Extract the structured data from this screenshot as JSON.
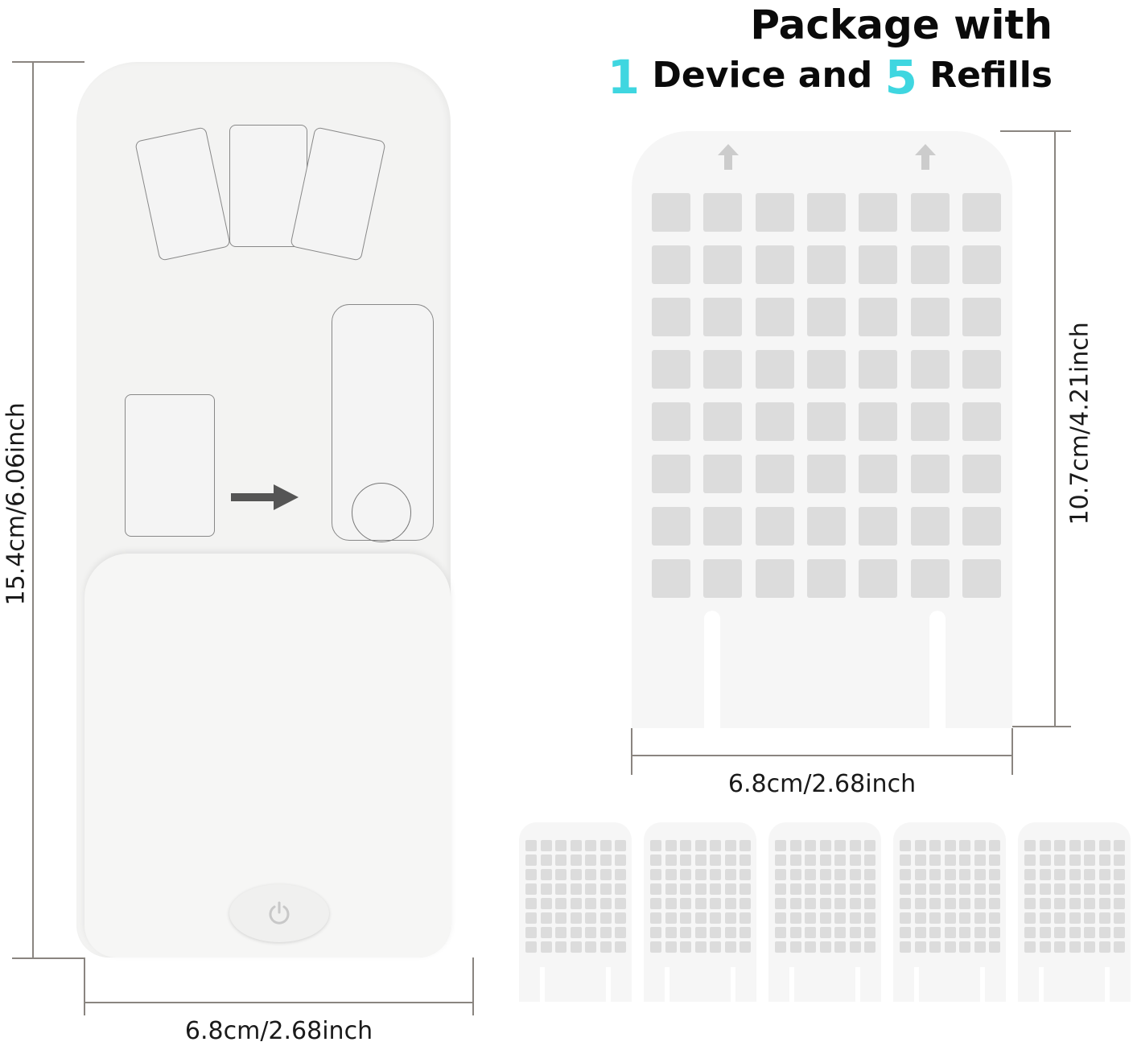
{
  "title": {
    "line1": "Package with",
    "count_device": "1",
    "device_label": "Device and",
    "count_refills": "5",
    "refills_label": "Refills"
  },
  "dimensions": {
    "device_height": "15.4cm/6.06inch",
    "device_width": "6.8cm/2.68inch",
    "refill_height": "10.7cm/4.21inch",
    "refill_width": "6.8cm/2.68inch"
  },
  "colors": {
    "accent": "#3fd6e0",
    "dim_line": "#8a8580"
  },
  "refill_grid": {
    "cols": 7,
    "rows": 8
  },
  "small_refills_count": 5,
  "icons": [
    "power-icon",
    "arrow-right-icon",
    "arrow-up-icon"
  ]
}
